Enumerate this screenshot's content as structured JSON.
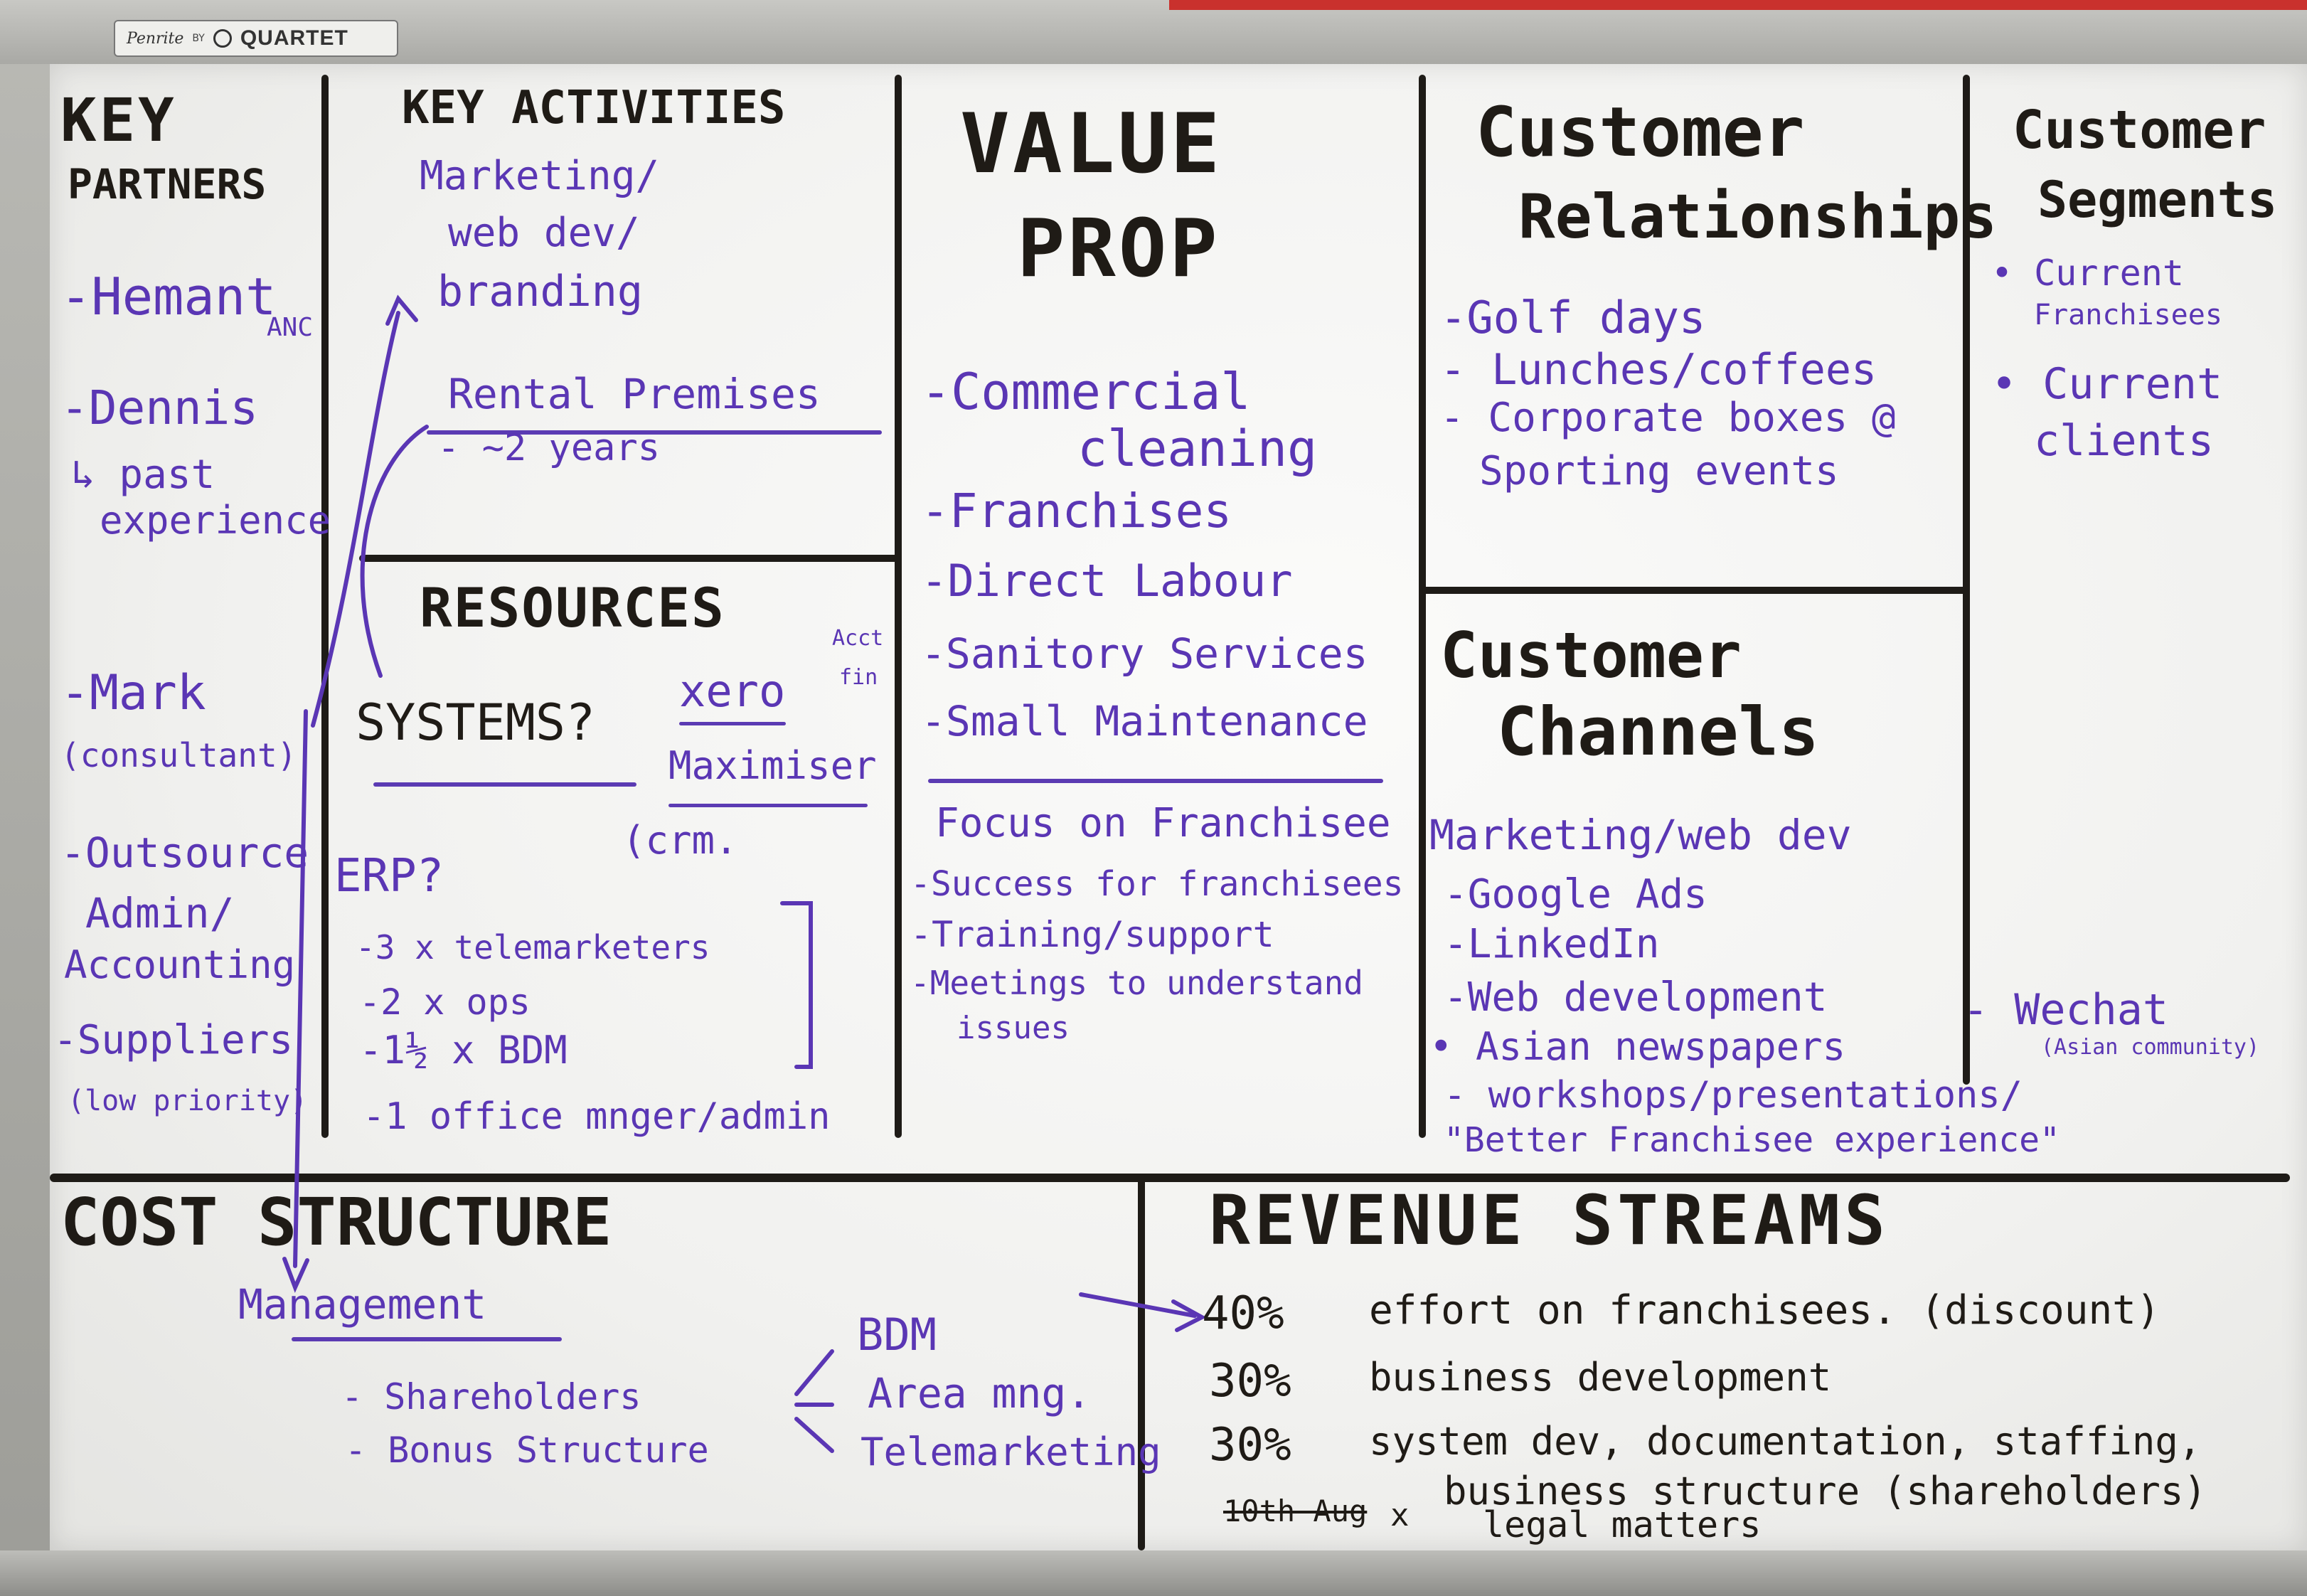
{
  "brand": {
    "script": "Penrite",
    "by": "BY",
    "name": "QUARTET"
  },
  "key_partners": {
    "title_1": "KEY",
    "title_2": "PARTNERS",
    "items": [
      "-Hemant",
      "ANC",
      "-Dennis",
      "↳ past",
      "experience",
      "-Mark",
      "(consultant)",
      "-Outsource",
      "Admin/",
      "Accounting",
      "-Suppliers",
      "(low priority)"
    ]
  },
  "key_activities": {
    "title": "KEY ACTIVITIES",
    "items": [
      "Marketing/",
      "web dev/",
      "branding",
      "Rental Premises",
      "- ~2 years"
    ]
  },
  "resources": {
    "title": "RESOURCES",
    "systems": "SYSTEMS?",
    "xero": "xero",
    "acct": "Acct",
    "fin": "fin",
    "maximiser": "Maximiser",
    "crm": "(crm.",
    "erp": "ERP?",
    "staff": [
      "-3 x telemarketers",
      "-2 x ops",
      "-1½ x BDM",
      "-1 office mnger/admin"
    ]
  },
  "value_prop": {
    "title_1": "VALUE",
    "title_2": "PROP",
    "items": [
      "-Commercial",
      "cleaning",
      "-Franchises",
      "-Direct Labour",
      "-Sanitory Services",
      "-Small Maintenance"
    ],
    "focus": "Focus on Franchisee",
    "focus_items": [
      "-Success for franchisees",
      "-Training/support",
      "-Meetings to understand",
      "issues"
    ]
  },
  "customer_relationships": {
    "title_1": "Customer",
    "title_2": "Relationships",
    "items": [
      "-Golf days",
      "- Lunches/coffees",
      "- Corporate boxes @",
      "Sporting events"
    ]
  },
  "customer_channels": {
    "title_1": "Customer",
    "title_2": "Channels",
    "lead": "Marketing/web dev",
    "items": [
      "-Google Ads",
      "-LinkedIn",
      "-Web development",
      "• Asian newspapers",
      "- workshops/presentations/",
      "\"Better Franchisee experience\""
    ]
  },
  "customer_segments": {
    "title_1": "Customer",
    "title_2": "Segments",
    "items": [
      "• Current",
      "Franchisees",
      "• Current",
      "clients",
      "- Wechat",
      "(Asian community)"
    ]
  },
  "cost_structure": {
    "title": "COST STRUCTURE",
    "lead": "Management",
    "items": [
      "- Shareholders",
      "- Bonus Structure"
    ],
    "branches": [
      "BDM",
      "Area mng.",
      "Telemarketing"
    ]
  },
  "revenue_streams": {
    "title": "REVENUE STREAMS",
    "rows": [
      {
        "pct": "40%",
        "text": "effort on franchisees. (discount)"
      },
      {
        "pct": "30%",
        "text": "business development"
      },
      {
        "pct": "30%",
        "text": "system dev, documentation, staffing,"
      }
    ],
    "continuation": "business structure (shareholders)",
    "crossed": "10th Aug",
    "mark": "x",
    "legal": "legal matters"
  },
  "colors": {
    "marker_black": "#1f1b16",
    "marker_purple": "#5a36b4",
    "board": "#f6f6f4"
  }
}
